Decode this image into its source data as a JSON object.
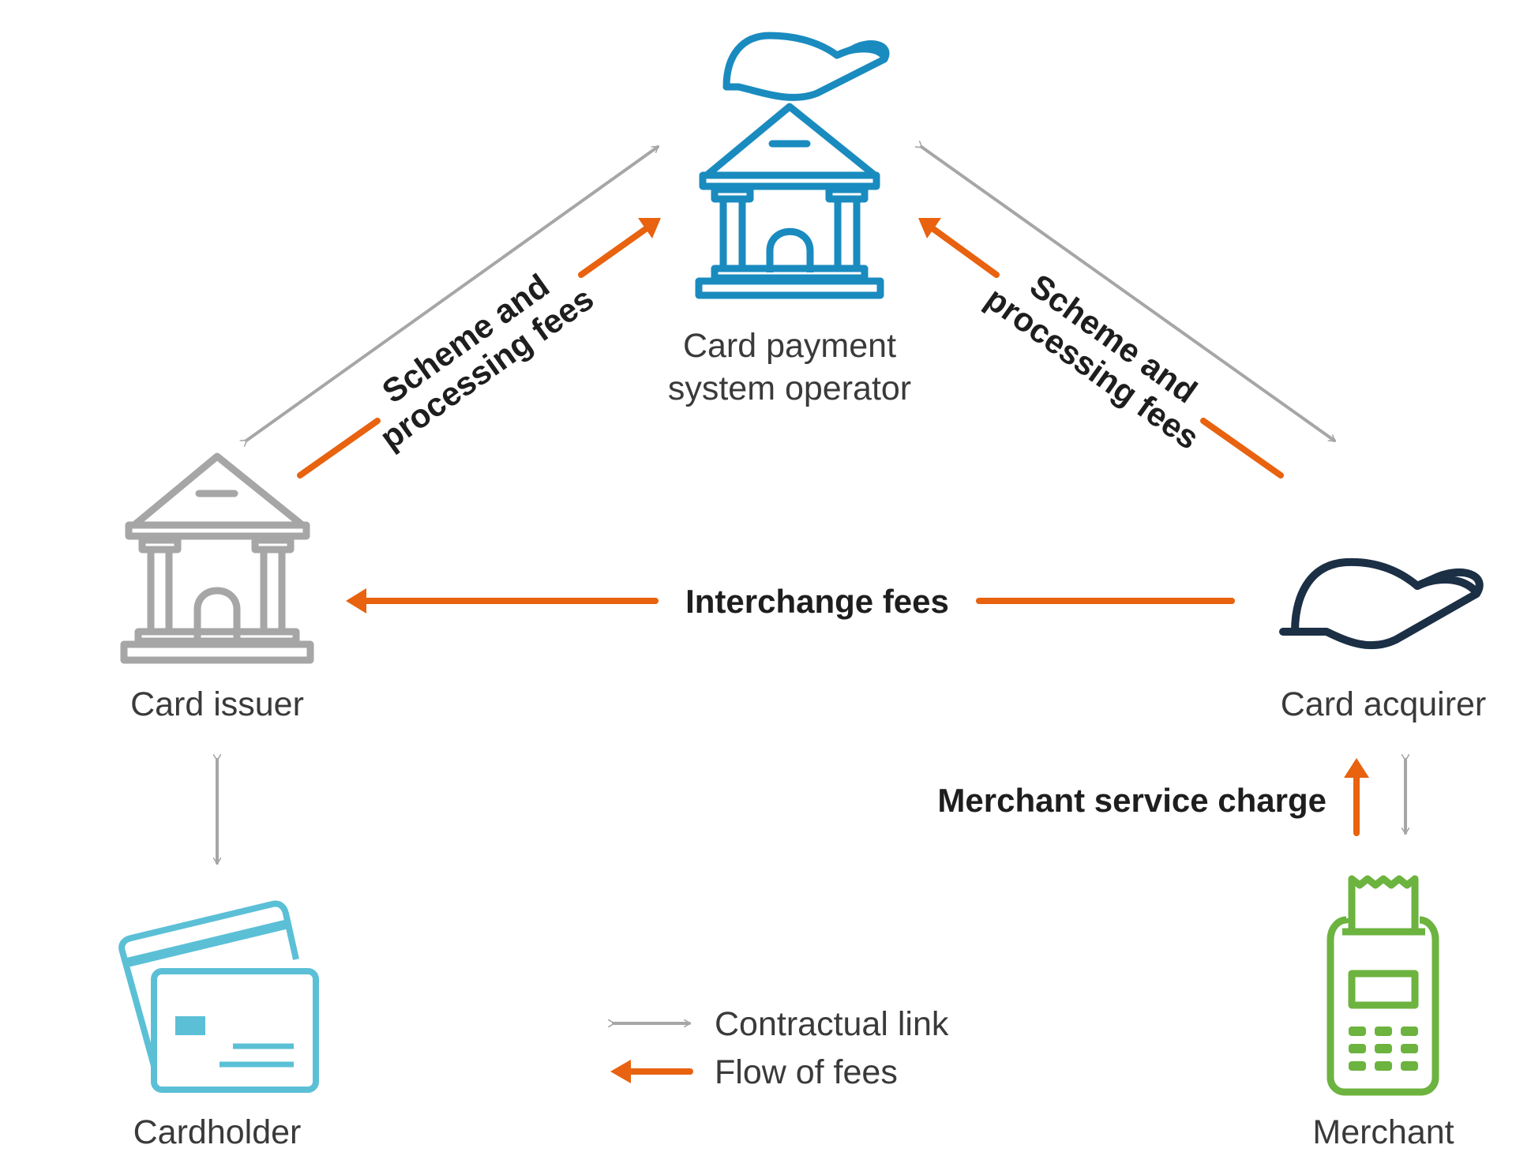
{
  "nodes": {
    "operator": {
      "label_line1": "Card payment",
      "label_line2": "system operator"
    },
    "issuer": {
      "label": "Card issuer"
    },
    "acquirer": {
      "label": "Card acquirer"
    },
    "cardholder": {
      "label": "Cardholder"
    },
    "merchant": {
      "label": "Merchant"
    }
  },
  "flows": {
    "left_scheme_line1": "Scheme and",
    "left_scheme_line2": "processing fees",
    "right_scheme_line1": "Scheme and",
    "right_scheme_line2": "processing fees",
    "interchange": "Interchange fees",
    "merchant_service": "Merchant service charge"
  },
  "legend": {
    "contractual": "Contractual link",
    "fees": "Flow of fees"
  },
  "colors": {
    "operator_icon": "#1a8bbf",
    "issuer_icon": "#a6a6a6",
    "acquirer_icon": "#1b2f45",
    "cardholder_icon": "#5bc0d6",
    "merchant_icon": "#6cb33f",
    "fee_arrow": "#e8620f",
    "contract_arrow": "#a6a6a6"
  },
  "icons": {
    "operator": [
      "hand-icon",
      "bank-icon"
    ],
    "issuer": "bank-icon",
    "acquirer": "hand-icon",
    "cardholder": "credit-cards-icon",
    "merchant": "card-terminal-icon"
  }
}
